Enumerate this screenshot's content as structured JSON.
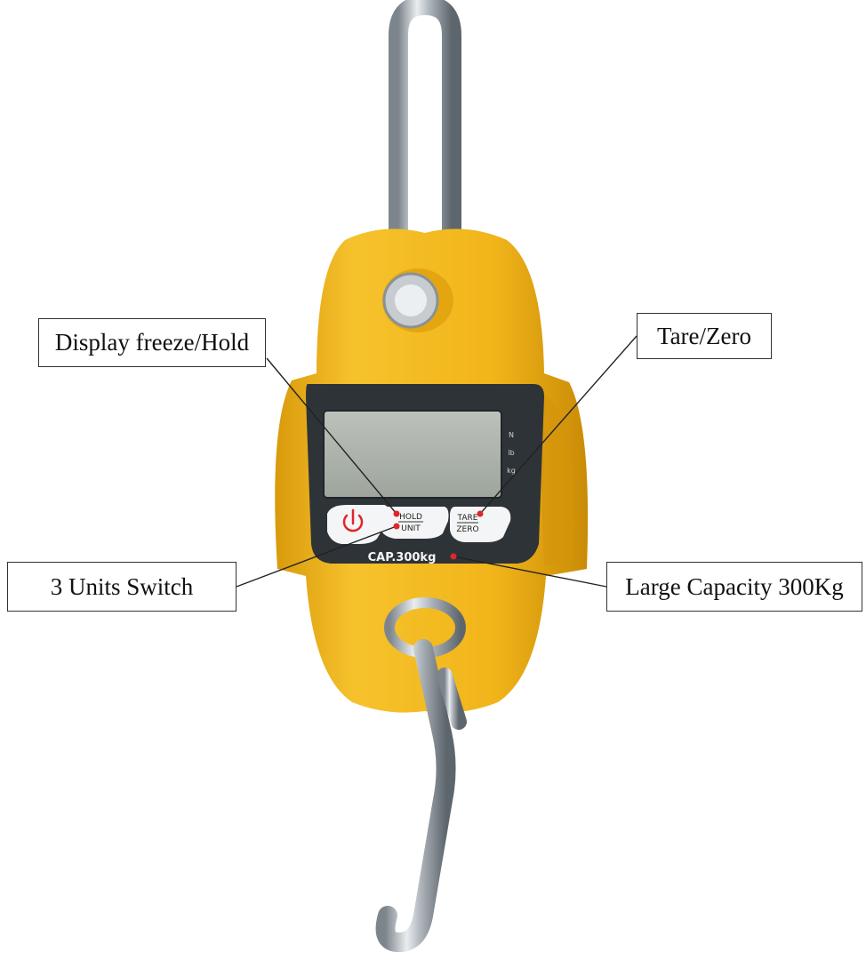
{
  "callouts": {
    "hold": "Display freeze/Hold",
    "tare": "Tare/Zero",
    "units": "3 Units Switch",
    "capacity": "Large Capacity 300Kg"
  },
  "device": {
    "hold_label": "HOLD",
    "unit_label": "UNIT",
    "tare_label": "TARE",
    "zero_label": "ZERO",
    "capacity_label": "CAP.300kg",
    "unit_indicators": [
      "N",
      "lb",
      "kg"
    ]
  },
  "colors": {
    "housing": "#f2b61c",
    "housing_shadow": "#c88a08",
    "bezel": "#2e3338",
    "lcd": "#aeb4ad",
    "steel": "#b9bfc4",
    "accent_red": "#e0262b"
  }
}
